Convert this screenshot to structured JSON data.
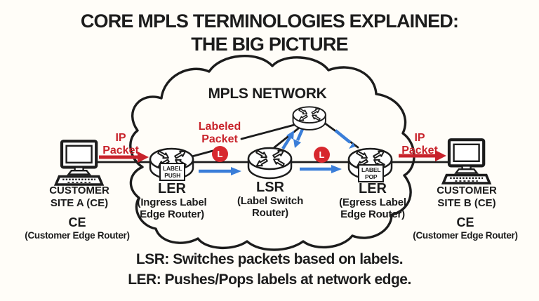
{
  "colors": {
    "ink": "#1c1c1c",
    "red": "#c8232b",
    "blue": "#3a7ed9",
    "badge": "#d7282e",
    "bg": "#fffdf8"
  },
  "title": {
    "line1": "CORE MPLS TERMINOLOGIES EXPLAINED:",
    "line2": "THE BIG PICTURE"
  },
  "cloud": {
    "label": "MPLS NETWORK"
  },
  "flows": {
    "ip_packet_left": {
      "line1": "IP",
      "line2": "Packet"
    },
    "ip_packet_right": {
      "line1": "IP",
      "line2": "Packet"
    },
    "labeled_packet": {
      "line1": "Labeled",
      "line2": "Packet"
    },
    "label_badge_left": "L",
    "label_badge_right": "L"
  },
  "nodes": {
    "site_a": {
      "line1": "CUSTOMER",
      "line2": "SITE A (CE)",
      "acronym": "CE",
      "desc": "(Customer Edge Router)"
    },
    "site_b": {
      "line1": "CUSTOMER",
      "line2": "SITE B (CE)",
      "acronym": "CE",
      "desc": "(Customer Edge Router)"
    },
    "ler_ingress": {
      "label": "LER",
      "desc_line1": "(Ingress Label",
      "desc_line2": "Edge Router)",
      "box_line1": "LABEL",
      "box_line2": "PUSH"
    },
    "lsr": {
      "label": "LSR",
      "desc_line1": "(Label Switch",
      "desc_line2": "Router)"
    },
    "ler_egress": {
      "label": "LER",
      "desc_line1": "(Egress Label",
      "desc_line2": "Edge Router)",
      "box_line1": "LABEL",
      "box_line2": "POP"
    }
  },
  "legend": {
    "line1": "LSR: Switches packets based on labels.",
    "line2": "LER: Pushes/Pops labels at network edge."
  }
}
